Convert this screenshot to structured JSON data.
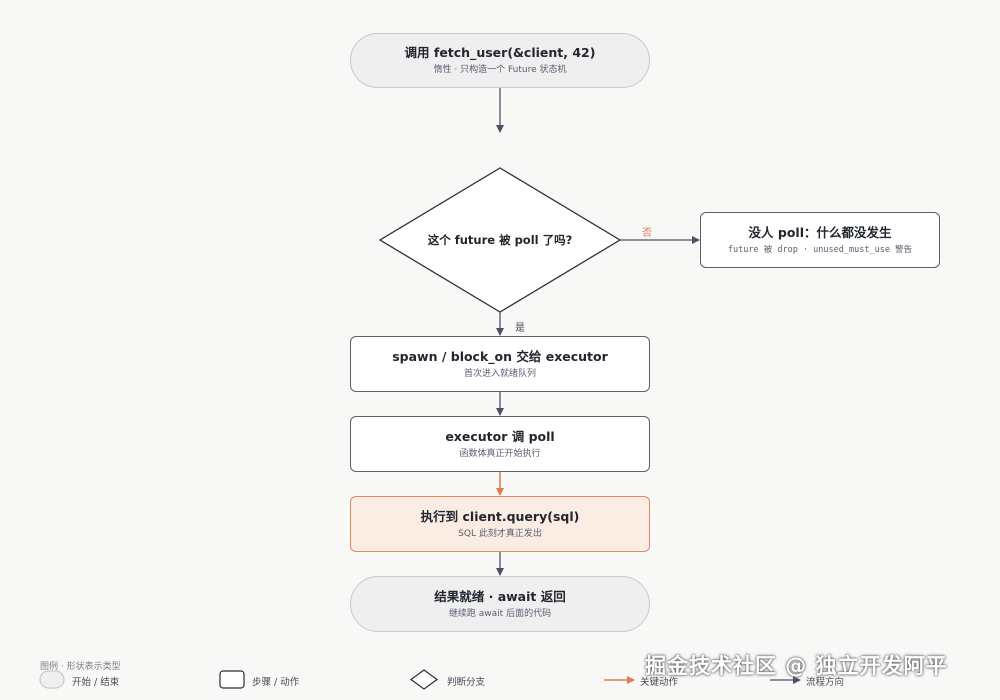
{
  "nodes": {
    "start": {
      "title": "调用 fetch_user(&client, 42)",
      "sub": "惰性 · 只构造一个 Future 状态机"
    },
    "decision": {
      "title": "这个 future 被 poll 了吗?"
    },
    "nobody": {
      "title": "没人 poll：什么都没发生",
      "sub": "future 被 drop · unused_must_use 警告"
    },
    "spawn": {
      "title": "spawn / block_on 交给 executor",
      "sub": "首次进入就绪队列"
    },
    "poll": {
      "title": "executor 调 poll",
      "sub": "函数体真正开始执行"
    },
    "query": {
      "title": "执行到 client.query(sql)",
      "sub": "SQL 此刻才真正发出"
    },
    "done": {
      "title": "结果就绪 · await 返回",
      "sub": "继续跑 await 后面的代码"
    }
  },
  "edges": {
    "no_label": "否",
    "yes_label": "是"
  },
  "legend": {
    "title": "图例 · 形状表示类型",
    "terminal": "开始 / 结束",
    "process": "步骤 / 动作",
    "decision": "判断分支",
    "key_action": "关键动作",
    "flow": "流程方向"
  },
  "colors": {
    "accent": "#e07a4f",
    "arrow": "#4b5268",
    "key_fill": "#fbece4"
  },
  "watermark": "掘金技术社区 @ 独立开发阿平"
}
